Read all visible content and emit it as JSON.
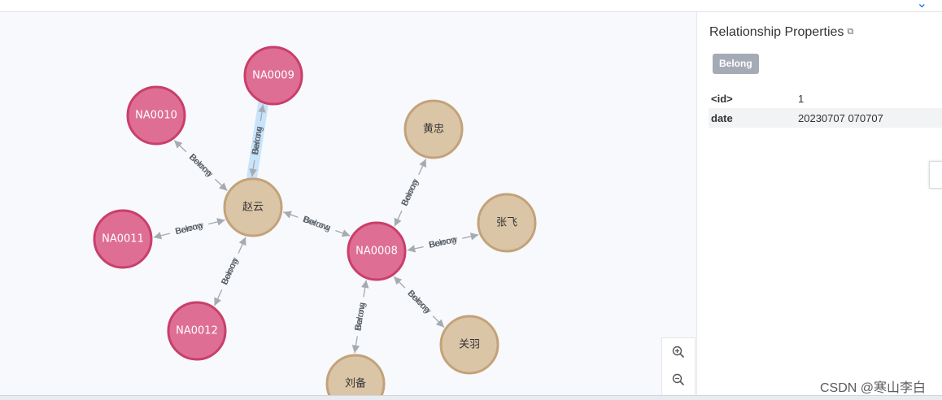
{
  "graph": {
    "nodes": [
      {
        "id": "NA0009",
        "label": "NA0009",
        "kind": "book"
      },
      {
        "id": "NA0010",
        "label": "NA0010",
        "kind": "book"
      },
      {
        "id": "NA0011",
        "label": "NA0011",
        "kind": "book"
      },
      {
        "id": "NA0012",
        "label": "NA0012",
        "kind": "book"
      },
      {
        "id": "NA0008",
        "label": "NA0008",
        "kind": "book"
      },
      {
        "id": "zhaoyun",
        "label": "赵云",
        "kind": "person"
      },
      {
        "id": "huangzhong",
        "label": "黄忠",
        "kind": "person"
      },
      {
        "id": "zhangfei",
        "label": "张飞",
        "kind": "person"
      },
      {
        "id": "guanyu",
        "label": "关羽",
        "kind": "person"
      },
      {
        "id": "liubei",
        "label": "刘备",
        "kind": "person"
      }
    ],
    "edges": [
      {
        "from": "NA0009",
        "to": "zhaoyun",
        "label": "Belong",
        "selected": true
      },
      {
        "from": "zhaoyun",
        "to": "NA0009",
        "label": "Borrow"
      },
      {
        "from": "zhaoyun",
        "to": "NA0010",
        "label": "Borrow"
      },
      {
        "from": "NA0010",
        "to": "zhaoyun",
        "label": "Belong"
      },
      {
        "from": "zhaoyun",
        "to": "NA0011",
        "label": "Borrow"
      },
      {
        "from": "NA0011",
        "to": "zhaoyun",
        "label": "Belong"
      },
      {
        "from": "zhaoyun",
        "to": "NA0012",
        "label": "Borrow"
      },
      {
        "from": "NA0012",
        "to": "zhaoyun",
        "label": "Belong"
      },
      {
        "from": "NA0008",
        "to": "zhaoyun",
        "label": "Belong"
      },
      {
        "from": "zhaoyun",
        "to": "NA0008",
        "label": "Borrow"
      },
      {
        "from": "huangzhong",
        "to": "NA0008",
        "label": "Borrow"
      },
      {
        "from": "NA0008",
        "to": "huangzhong",
        "label": "Belong"
      },
      {
        "from": "zhangfei",
        "to": "NA0008",
        "label": "Borrow"
      },
      {
        "from": "NA0008",
        "to": "zhangfei",
        "label": "Belong"
      },
      {
        "from": "guanyu",
        "to": "NA0008",
        "label": "Borrow"
      },
      {
        "from": "NA0008",
        "to": "guanyu",
        "label": "Belong"
      },
      {
        "from": "NA0008",
        "to": "liubei",
        "label": "Belong"
      },
      {
        "from": "liubei",
        "to": "NA0008",
        "label": "Borrow"
      }
    ],
    "colors": {
      "book_fill": "#de6e94",
      "book_stroke": "#c93f69",
      "book_text": "#ffffff",
      "person_fill": "#dbc5a7",
      "person_stroke": "#c3a27a",
      "person_text": "#333333",
      "edge": "#a6abb2",
      "selection_halo": "#c8e4fb"
    }
  },
  "zoom_controls": {
    "zoom_in_icon": "zoom-in-icon",
    "zoom_out_icon": "zoom-out-icon"
  },
  "panel": {
    "title": "Relationship Properties",
    "copy_icon": "clipboard-icon",
    "relationship_type": "Belong",
    "properties": [
      {
        "key": "<id>",
        "value": "1"
      },
      {
        "key": "date",
        "value": "20230707 070707"
      }
    ]
  },
  "watermark": "CSDN @寒山李白"
}
